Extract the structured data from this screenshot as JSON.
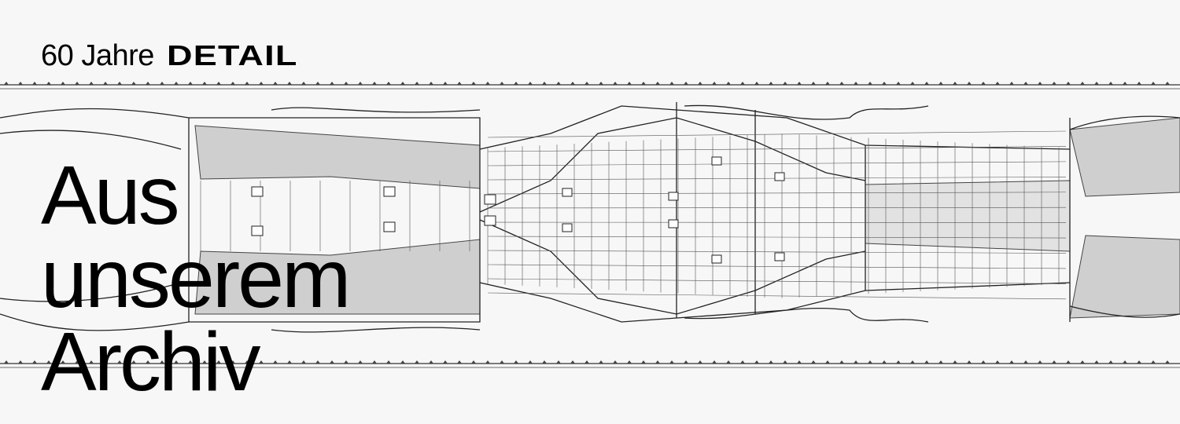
{
  "header": {
    "prefix": "60 Jahre",
    "brand": "DETAIL"
  },
  "title": {
    "lines": [
      "Aus",
      "unserem",
      "Archiv"
    ]
  },
  "colors": {
    "background": "#f7f7f7",
    "ink": "#000000",
    "hatch": "#c8c8c8"
  }
}
